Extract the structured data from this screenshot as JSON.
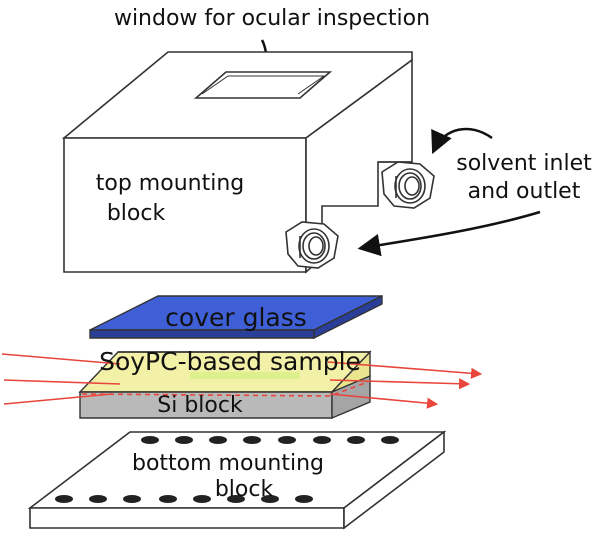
{
  "labels": {
    "window": "window for ocular inspection",
    "solvent_line1": "solvent inlet",
    "solvent_line2": "and outlet",
    "top_block_line1": "top mounting",
    "top_block_line2": "block",
    "cover_glass": "cover glass",
    "sample": "SoyPC-based sample",
    "si_block": "Si block",
    "bottom_block_line1": "bottom mounting",
    "bottom_block_line2": "block"
  },
  "colors": {
    "outline": "#333333",
    "cover_glass_top": "#3f5fd6",
    "cover_glass_side": "#2a3f9a",
    "sample_fill": "#f3f0a8",
    "sample_highlight": "#d9f08a",
    "si_fill": "#b9b9b9",
    "beam": "#e8453c",
    "holes": "#222222"
  },
  "icons": {
    "fitting": "hex-nut-fitting-icon",
    "arrow": "curved-arrow-icon"
  }
}
